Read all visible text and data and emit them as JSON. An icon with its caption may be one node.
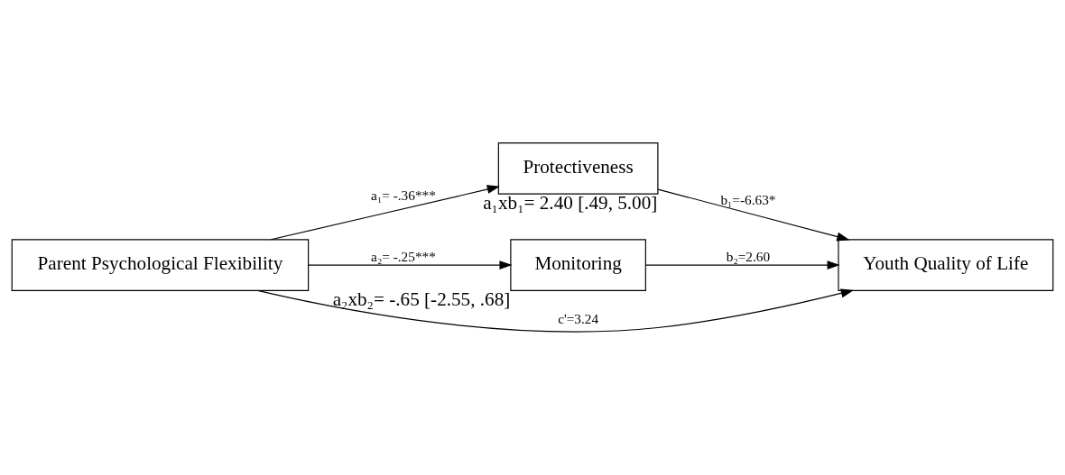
{
  "diagram": {
    "nodes": [
      {
        "text": [
          "Parent Psychological Flexibility"
        ]
      },
      {
        "text": [
          "Protectiveness"
        ],
        "beside": [
          "a₁xb₁= 2.40 [.49, 5.00]"
        ]
      },
      {
        "text": [
          "Monitoring"
        ],
        "beside": [
          "a₂xb₂= -.65 [-2.55, .68]"
        ]
      },
      {
        "text": [
          "Youth Quality of Life"
        ]
      }
    ],
    "edges": [
      {
        "from": 0,
        "to": 1,
        "arrow": "to",
        "label": "a₁= -.36***"
      },
      {
        "from": 0,
        "to": 2,
        "arrow": "to",
        "label": "a₂= -.25***"
      },
      {
        "from": 1,
        "to": 3,
        "arrow": "to",
        "label": "b₁=-6.63*"
      },
      {
        "from": 2,
        "to": 3,
        "arrow": "to",
        "label": "b₂=2.60"
      },
      {
        "from": 0,
        "to": 3,
        "arrow": "to",
        "label": "c'=3.24"
      }
    ]
  }
}
